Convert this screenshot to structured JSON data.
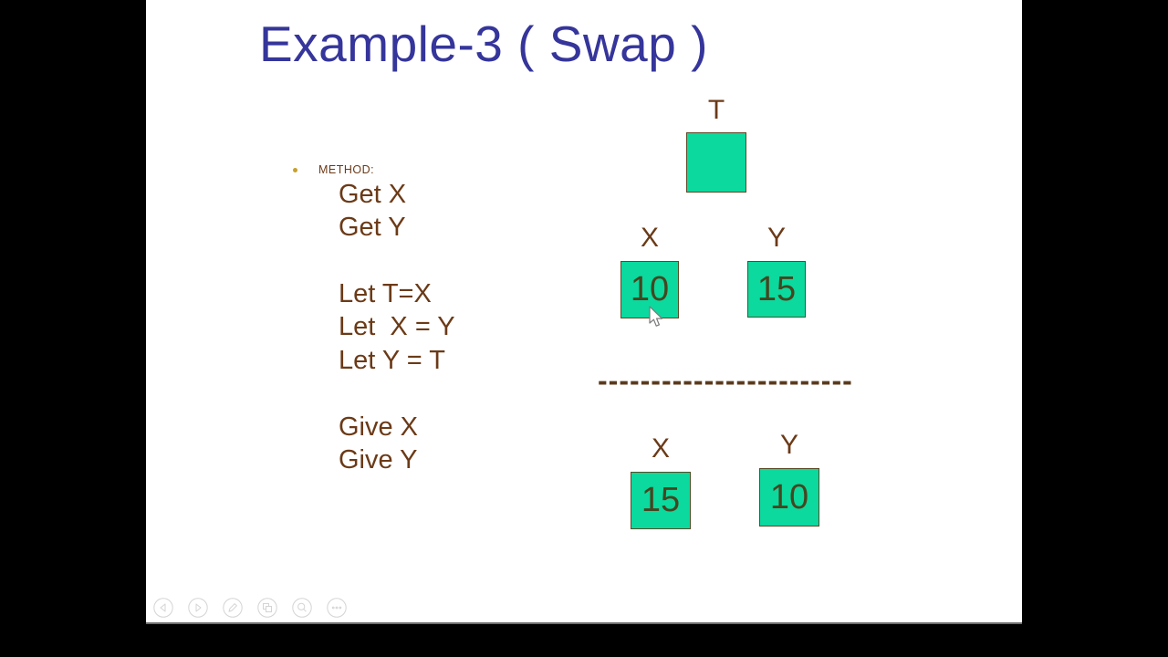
{
  "slide": {
    "title": "Example-3 ( Swap )",
    "method": {
      "heading": "METHOD:",
      "lines": [
        "Get X",
        "Get Y",
        "Let T=X",
        "Let  X = Y",
        "Let Y = T",
        "Give X",
        "Give Y"
      ]
    },
    "diagram": {
      "temp_label": "T",
      "temp_value": "",
      "before": {
        "x_label": "X",
        "x_value": "10",
        "y_label": "Y",
        "y_value": "15"
      },
      "separator": "------------------------",
      "after": {
        "x_label": "X",
        "x_value": "15",
        "y_label": "Y",
        "y_value": "10"
      }
    },
    "colors": {
      "title": "#35359b",
      "body_text": "#6b3a17",
      "box_fill": "#0bd99d",
      "box_number": "#454520",
      "bullet": "#c8a02c",
      "background": "#ffffff",
      "letterbox": "#000000"
    }
  },
  "toolbar": {
    "buttons": [
      "previous-slide",
      "next-slide",
      "pen-tools",
      "see-all-slides",
      "zoom-to-slide",
      "more-options"
    ]
  }
}
